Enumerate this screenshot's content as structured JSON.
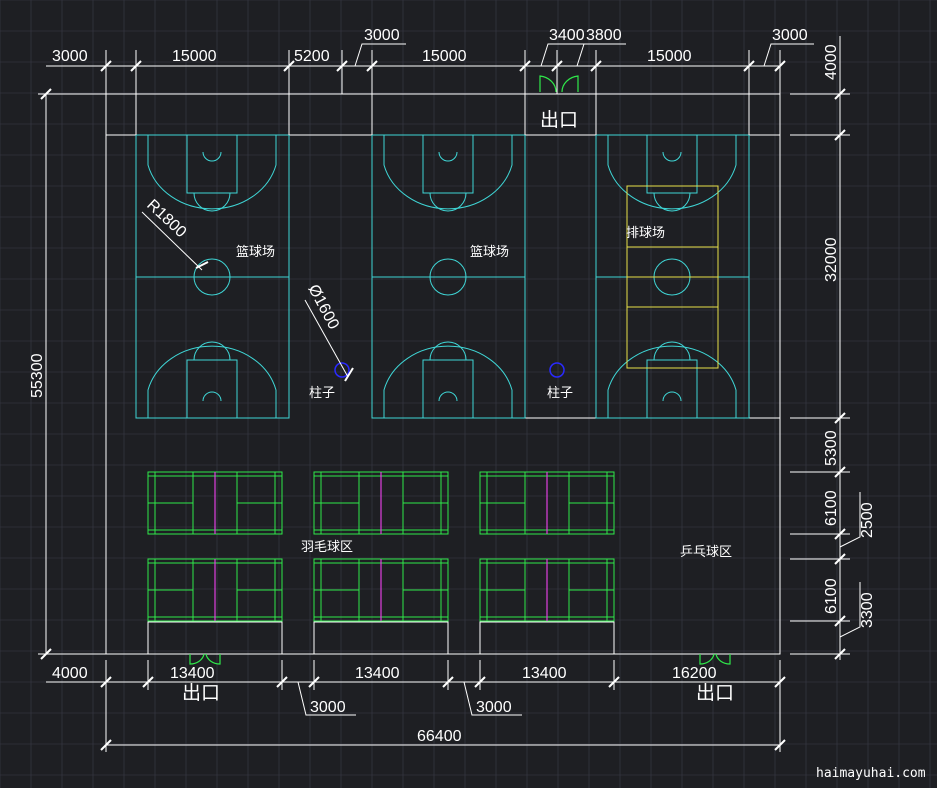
{
  "colors": {
    "background": "#1e1f23",
    "grid": "#3a3d47",
    "outline": "#ffffff",
    "basketball": "#3fd6d6",
    "volleyball": "#e8e04a",
    "badminton": "#2fe84a",
    "net": "#e040e0",
    "column": "#2a2aff"
  },
  "top_dims": {
    "d1": "3000",
    "d2": "15000",
    "d3": "5200",
    "d4": "3000",
    "d5": "15000",
    "d6": "3400",
    "d7": "3800",
    "d8": "15000",
    "d9": "3000"
  },
  "bottom_dims": {
    "d1": "4000",
    "d2": "13400",
    "d3": "13400",
    "d4": "13400",
    "d5": "16200",
    "gap1": "3000",
    "gap2": "3000",
    "total": "66400"
  },
  "right_dims": {
    "d1": "4000",
    "d2": "32000",
    "d3": "5300",
    "d4": "6100",
    "d5": "2500",
    "d6": "6100",
    "d7": "3300"
  },
  "left_dims": {
    "total": "55300"
  },
  "labels": {
    "basketball_court": "篮球场",
    "volleyball_court": "排球场",
    "column": "柱子",
    "badminton_area": "羽毛球区",
    "pingpong_area": "乒乓球区",
    "exit": "出口",
    "radius": "R1800",
    "diameter": "Ø1600"
  },
  "watermark": "haimayuhai.com"
}
